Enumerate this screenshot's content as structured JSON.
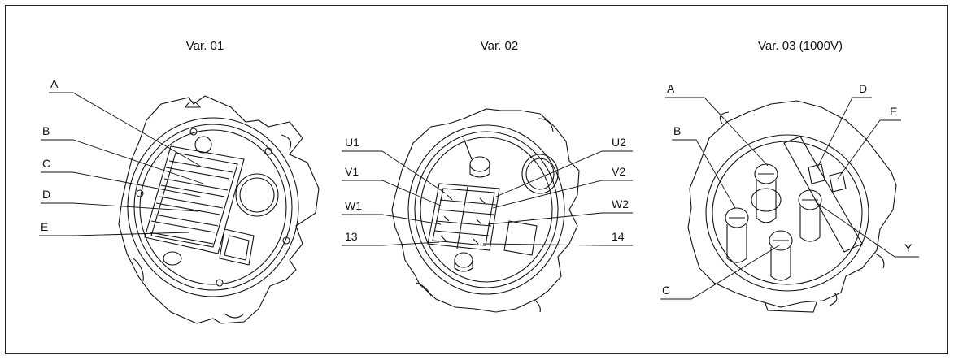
{
  "variants": [
    {
      "title": "Var. 01",
      "labels": [
        "A",
        "B",
        "C",
        "D",
        "E"
      ]
    },
    {
      "title": "Var. 02",
      "labels": [
        "U1",
        "V1",
        "W1",
        "13",
        "U2",
        "V2",
        "W2",
        "14"
      ]
    },
    {
      "title": "Var. 03 (1000V)",
      "labels": [
        "A",
        "B",
        "C",
        "D",
        "E",
        "Y"
      ]
    }
  ]
}
